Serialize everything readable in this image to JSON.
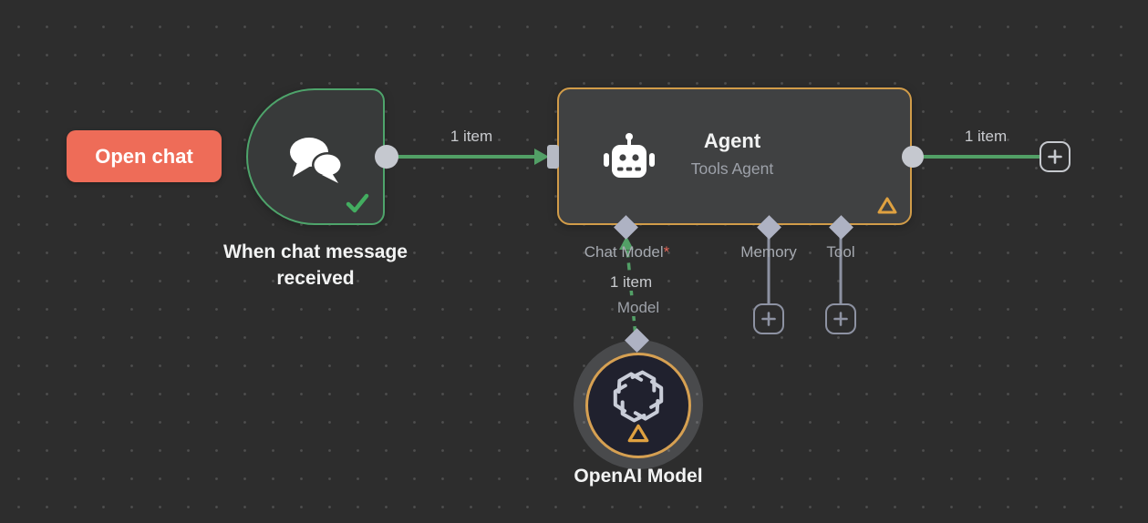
{
  "colors": {
    "canvas_bg": "#2d2d2d",
    "grid_dot": "#4f4f4f",
    "connection_green": "#529f66",
    "trigger_border_green": "#4ea46b",
    "agent_border_orange": "#d19c49",
    "warning_orange": "#dfa140",
    "connector_gray": "#aeb2c3",
    "open_chat_bg": "#ee6c58",
    "required_red": "#e4685a"
  },
  "open_chat_button": {
    "label": "Open chat"
  },
  "trigger_node": {
    "name": "When chat message received",
    "icon": "chat-bubbles",
    "status": "success-check"
  },
  "agent_node": {
    "title": "Agent",
    "subtitle": "Tools Agent",
    "icon": "robot",
    "status": "warning-triangle",
    "required_marker": "*",
    "inputs": [
      {
        "label": "Chat Model",
        "required": true
      },
      {
        "label": "Memory",
        "required": false
      },
      {
        "label": "Tool",
        "required": false
      }
    ]
  },
  "openai_node": {
    "name": "OpenAI Model",
    "icon": "openai-logo",
    "status": "warning-triangle",
    "output_port_label": "Model"
  },
  "connections": {
    "trigger_to_agent": {
      "label": "1 item"
    },
    "agent_output": {
      "label": "1 item"
    },
    "model_to_agent": {
      "label": "1 item"
    }
  }
}
